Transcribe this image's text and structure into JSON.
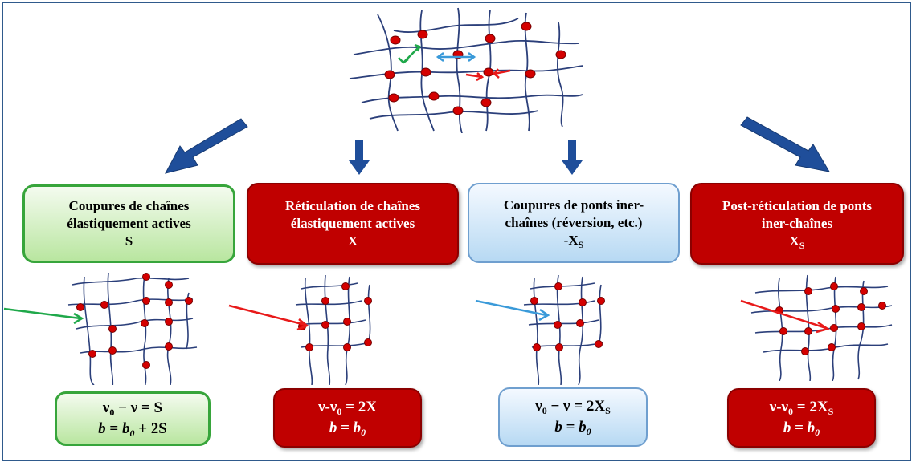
{
  "colors": {
    "green_border": "#37a53b",
    "red_fill": "#c00000",
    "blue_border": "#6f9fcf",
    "network_line": "#2b3f7a",
    "crosslink_node": "#d40000",
    "big_arrow": "#1f4e9a"
  },
  "categories": [
    {
      "id": "S",
      "title_line1": "Coupures de chaînes",
      "title_line2": "élastiquement actives",
      "symbol": "S",
      "eq1_left": "ν",
      "eq1_sub": "0",
      "eq1_mid": " − ν  = ",
      "eq1_right": "S",
      "eq2_b": "b",
      "eq2_rest": " = ",
      "eq2_b0": "b",
      "eq2_b0_sub": "0",
      "eq2_tail": " + 2S",
      "arrow_color": "#1fa84a"
    },
    {
      "id": "X",
      "title_line1": "Réticulation  de chaînes",
      "title_line2": "élastiquement actives",
      "symbol": "X",
      "eq1_text": "ν-ν",
      "eq1_sub": "0",
      "eq1_rest": " = 2X",
      "eq2_b": "b",
      "eq2_rest": " = ",
      "eq2_b0": "b",
      "eq2_b0_sub": "0",
      "arrow_color": "#e81a1a"
    },
    {
      "id": "-XS",
      "title_line1": "Coupures de ponts iner-",
      "title_line2": "chaînes  (réversion, etc.)",
      "symbol": "-X",
      "symbol_sub": "S",
      "eq1_left": "ν",
      "eq1_sub": "0",
      "eq1_mid": " − ν  = 2X",
      "eq1_sub2": "S",
      "eq2_b": "b",
      "eq2_rest": " = ",
      "eq2_b0": "b",
      "eq2_b0_sub": "0",
      "arrow_color": "#3a9ad9"
    },
    {
      "id": "XS",
      "title_line1": "Post-réticulation de ponts",
      "title_line2": "iner-chaînes",
      "symbol": "X",
      "symbol_sub": "S",
      "eq1_text": "ν-ν",
      "eq1_sub": "0",
      "eq1_rest": " = 2X",
      "eq1_sub2": "S",
      "eq2_b": "b",
      "eq2_rest": " = ",
      "eq2_b0": "b",
      "eq2_b0_sub": "0",
      "arrow_color": "#e81a1a"
    }
  ]
}
